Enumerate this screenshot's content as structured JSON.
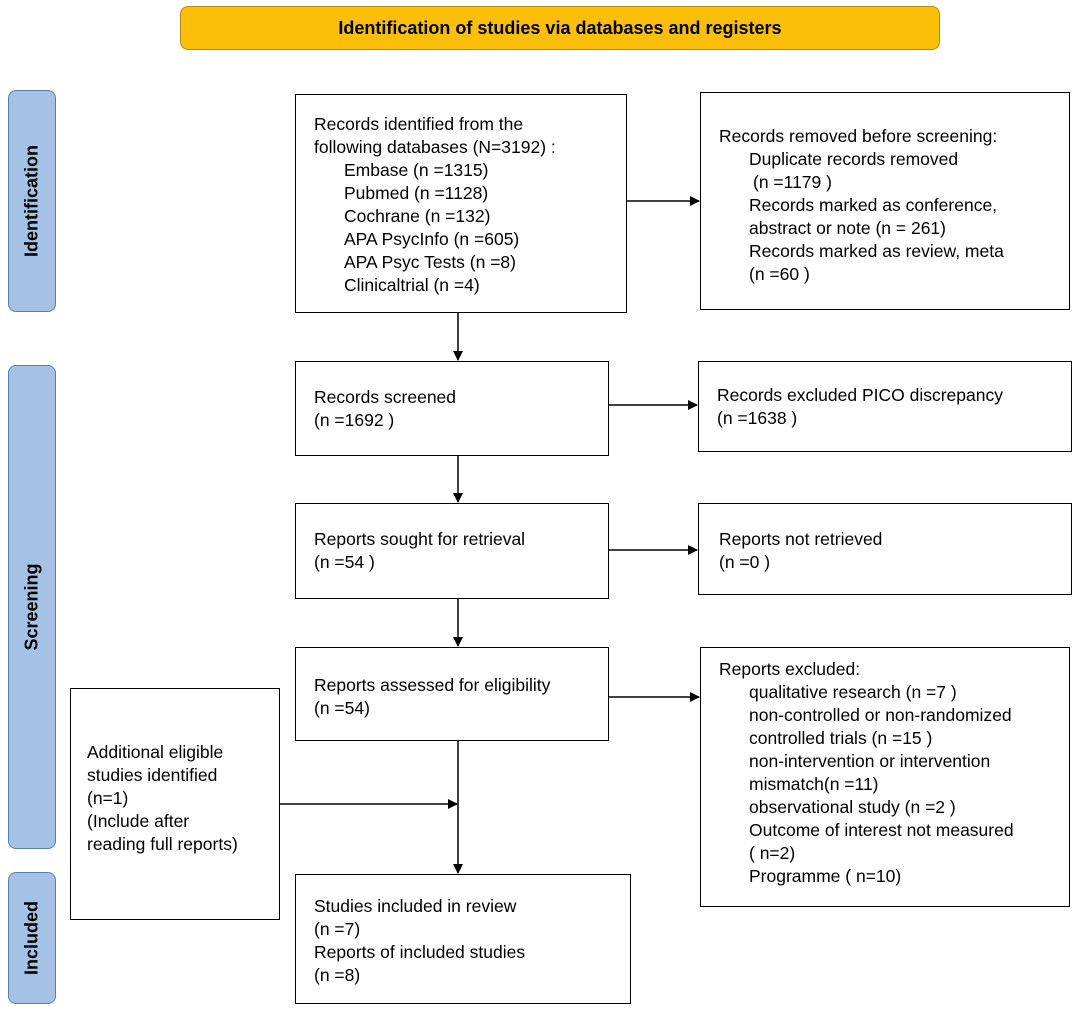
{
  "header": {
    "title": "Identification of studies via databases and registers"
  },
  "phases": {
    "identification": "Identification",
    "screening": "Screening",
    "included": "Included"
  },
  "boxes": {
    "records_identified": {
      "lines": [
        "Records identified from the",
        "following databases (N=3192) :",
        "Embase (n =1315)",
        "Pubmed (n =1128)",
        "Cochrane (n =132)",
        "APA PsycInfo (n =605)",
        "APA Psyc Tests (n =8)",
        "Clinicaltrial (n =4)"
      ]
    },
    "records_removed": {
      "lines": [
        "Records removed before screening:",
        "Duplicate records removed",
        " (n =1179 )",
        "Records marked as conference,",
        "abstract or note (n = 261)",
        "Records marked as review, meta",
        "(n =60 )"
      ]
    },
    "records_screened": {
      "lines": [
        "Records screened",
        "(n =1692 )"
      ]
    },
    "records_excluded": {
      "lines": [
        "Records excluded PICO discrepancy",
        "(n =1638 )"
      ]
    },
    "reports_sought": {
      "lines": [
        "Reports sought for retrieval",
        "(n =54 )"
      ]
    },
    "reports_not_retrieved": {
      "lines": [
        "Reports not retrieved",
        "(n =0 )"
      ]
    },
    "reports_assessed": {
      "lines": [
        "Reports assessed for eligibility",
        "(n =54)"
      ]
    },
    "reports_excluded": {
      "lines": [
        "Reports excluded:",
        "qualitative research (n =7 )",
        "non-controlled or non-randomized",
        "controlled trials (n =15 )",
        "non-intervention or intervention",
        "mismatch(n =11)",
        "observational study (n =2 )",
        "Outcome of interest not measured",
        "( n=2)",
        "Programme ( n=10)"
      ]
    },
    "additional_studies": {
      "lines": [
        "Additional eligible",
        "studies identified",
        "(n=1)",
        "(Include after",
        "reading full reports)"
      ]
    },
    "studies_included": {
      "lines": [
        "Studies included in review",
        "(n =7)",
        "Reports of included studies",
        "(n =8)"
      ]
    }
  }
}
